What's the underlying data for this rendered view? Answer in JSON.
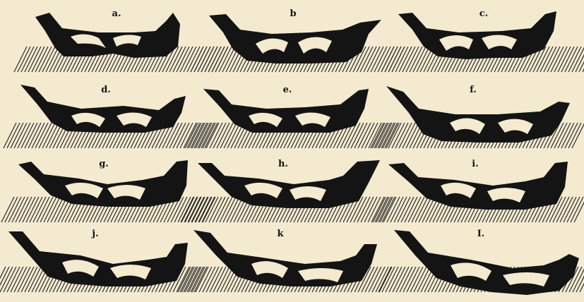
{
  "figure": {
    "panels": [
      {
        "id": "a",
        "label": "a."
      },
      {
        "id": "b",
        "label": "b"
      },
      {
        "id": "c",
        "label": "c."
      },
      {
        "id": "d",
        "label": "d."
      },
      {
        "id": "e",
        "label": "e."
      },
      {
        "id": "f",
        "label": "f."
      },
      {
        "id": "g",
        "label": "g."
      },
      {
        "id": "h",
        "label": "h."
      },
      {
        "id": "i",
        "label": "i."
      },
      {
        "id": "j",
        "label": "j."
      },
      {
        "id": "k",
        "label": "k"
      },
      {
        "id": "l",
        "label": "I."
      }
    ]
  },
  "colors": {
    "paper": "#f3ead0",
    "ink": "#141414",
    "hatch": "#2a2a2a"
  }
}
